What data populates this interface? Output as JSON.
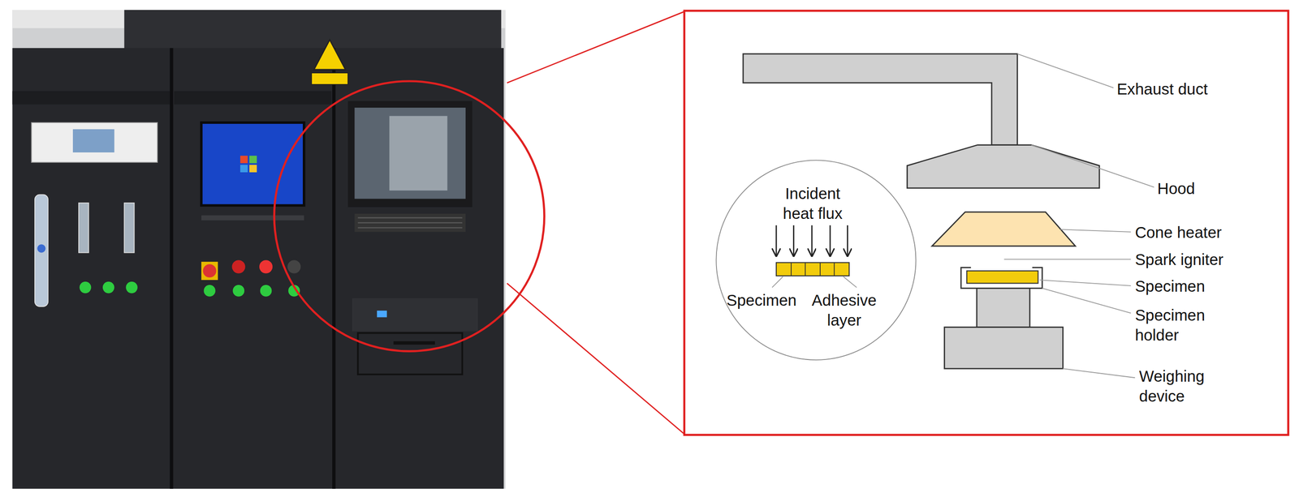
{
  "diagram": {
    "nodes": [
      {
        "text": [
          "Incident heat flux",
          "Specimen",
          "Adhesive layer"
        ]
      }
    ],
    "labels": [
      "Exhaust duct",
      "Hood",
      "Cone heater",
      "Spark igniter",
      "Specimen",
      "Specimen holder",
      "Weighing device"
    ]
  }
}
